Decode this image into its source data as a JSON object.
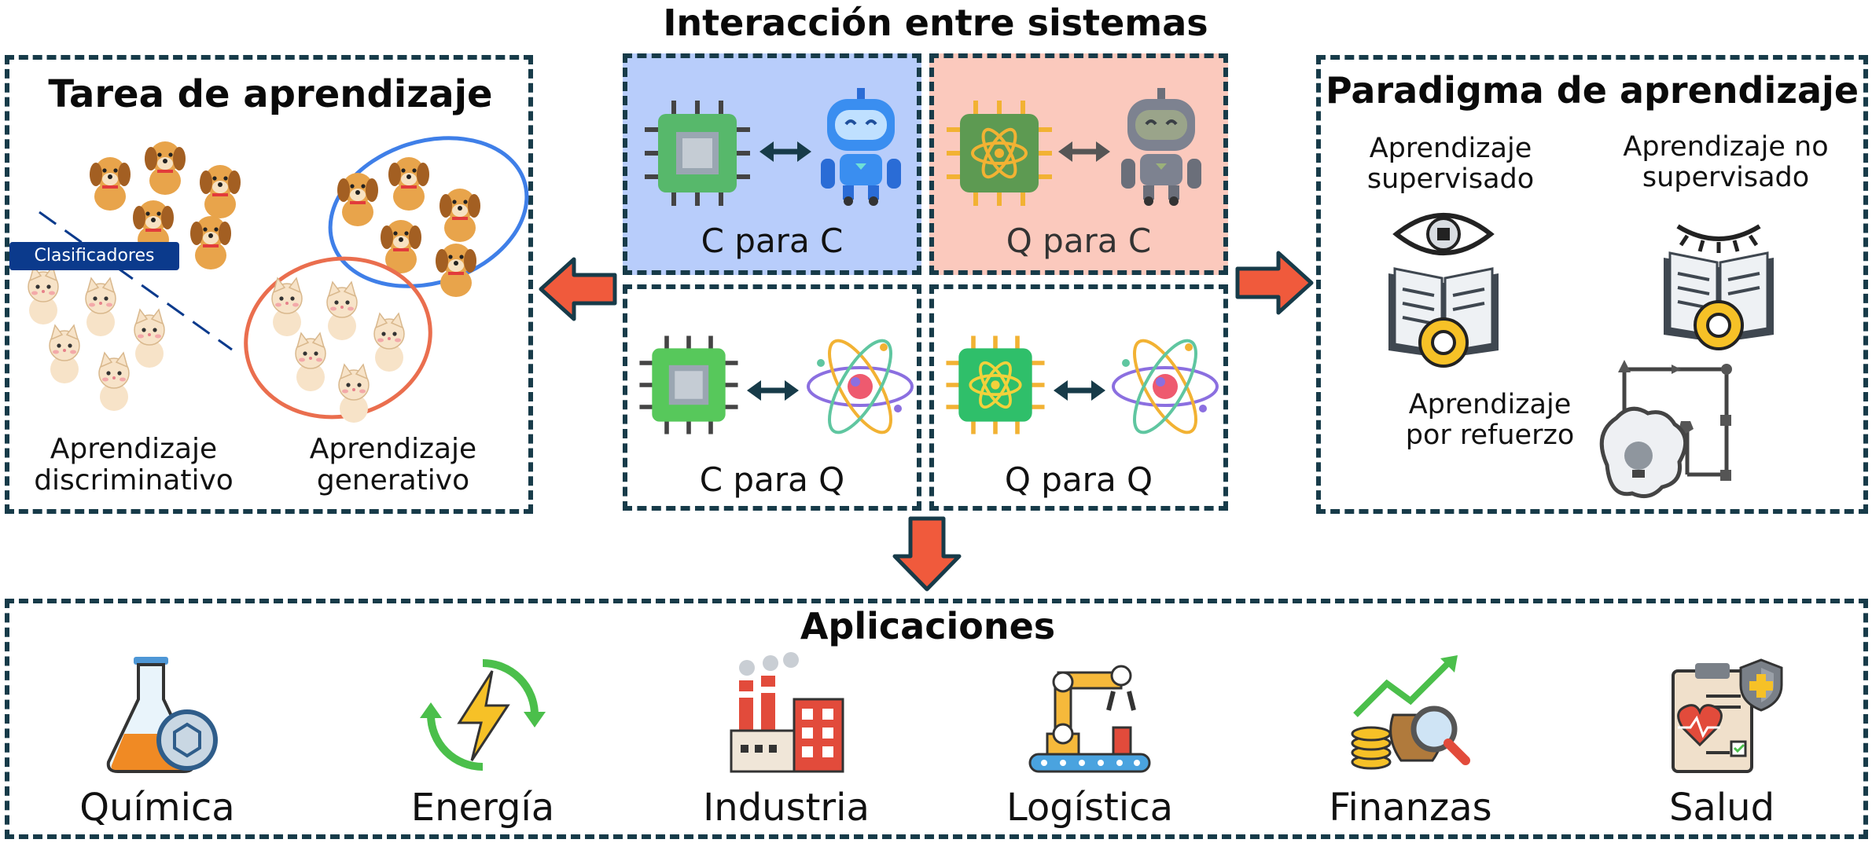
{
  "header": {
    "title": "Interacción entre sistemas"
  },
  "left_panel": {
    "title": "Tarea de aprendizaje",
    "classifier_tag": "Clasificadores",
    "label_discriminative": "Aprendizaje\ndiscriminativo",
    "label_generative": "Aprendizaje\ngenerativo",
    "colors": {
      "dogs_oval": "#3f7fe8",
      "cats_oval": "#ea6e4e",
      "classifier_line": "#0b3a8c"
    }
  },
  "center_grid": {
    "cells": [
      {
        "label": "C para C",
        "bg": "#b8cdfb"
      },
      {
        "label": "Q para C",
        "bg": "#fbc9bd"
      },
      {
        "label": "C para Q",
        "bg": "#ffffff"
      },
      {
        "label": "Q para Q",
        "bg": "#ffffff"
      }
    ]
  },
  "right_panel": {
    "title": "Paradigma de aprendizaje",
    "supervised": "Aprendizaje\nsupervisado",
    "unsupervised": "Aprendizaje no\nsupervisado",
    "reinforcement": "Aprendizaje\npor refuerzo"
  },
  "applications": {
    "title": "Aplicaciones",
    "items": [
      {
        "name": "Química",
        "icon": "chemistry-flask-icon"
      },
      {
        "name": "Energía",
        "icon": "energy-bolt-icon"
      },
      {
        "name": "Industria",
        "icon": "factory-icon"
      },
      {
        "name": "Logística",
        "icon": "robot-arm-icon"
      },
      {
        "name": "Finanzas",
        "icon": "finance-growth-icon"
      },
      {
        "name": "Salud",
        "icon": "health-clipboard-icon"
      }
    ]
  },
  "colors": {
    "border": "#173b49",
    "arrow": "#f05a3c",
    "arrow_outline": "#173b49",
    "double_arrow": "#173b49"
  }
}
